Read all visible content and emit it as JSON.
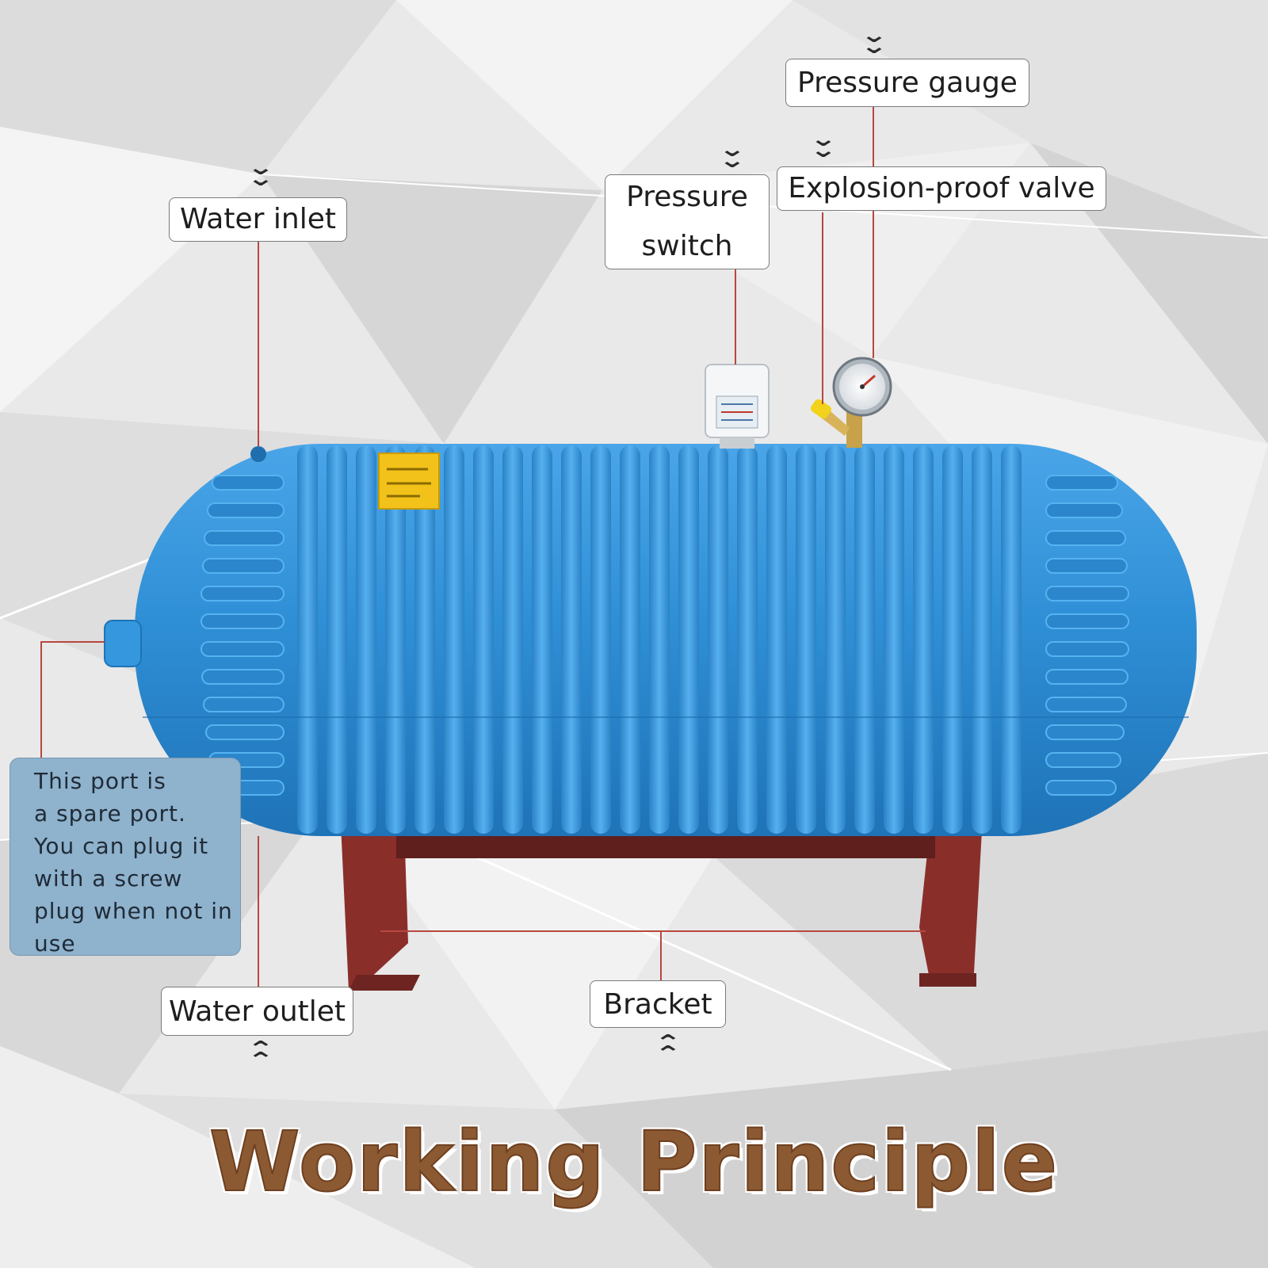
{
  "labels": {
    "water_inlet": "Water inlet",
    "pressure_switch_line1": "Pressure",
    "pressure_switch_line2": "switch",
    "pressure_gauge": "Pressure gauge",
    "explosion_proof_valve": "Explosion-proof valve",
    "water_outlet": "Water outlet",
    "bracket": "Bracket"
  },
  "note": {
    "lines": [
      "This port is",
      "a spare port.",
      "You can plug it",
      "with a screw",
      "plug when not in",
      "use"
    ]
  },
  "title": "Working Principle",
  "colors": {
    "tank": "#2f8fd6",
    "bracket": "#8a2e2a",
    "leader_line": "#b8473f",
    "title": "#8b5a33",
    "note_bg": "#8fb2cd"
  }
}
